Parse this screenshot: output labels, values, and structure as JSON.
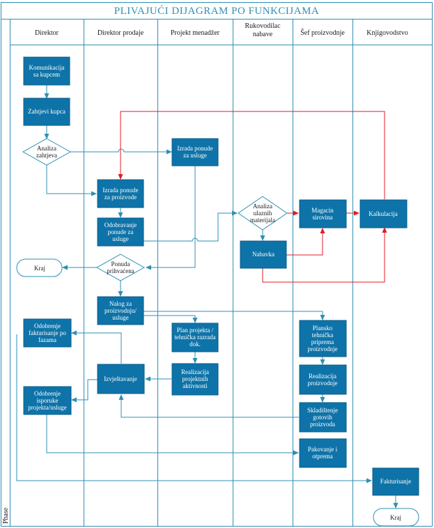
{
  "title": "PLIVAJUĆI DIJAGRAM PO FUNKCIJAMA",
  "phase_label": "Phase",
  "colors": {
    "frame": "#2e8fb3",
    "box_fill": "#0e73a8",
    "box_border": "#0a5e8a",
    "box_text": "#ffffff",
    "flow": "#2e8fb3",
    "feedback": "#e01b24",
    "label_text": "#1a1a1a",
    "title_text": "#2e8fb3",
    "background": "#ffffff"
  },
  "lanes": [
    {
      "id": "direktor",
      "label": "Direktor"
    },
    {
      "id": "direktor-prodaje",
      "label": "Direktor prodaje"
    },
    {
      "id": "projekt-menadzer",
      "label": "Projekt menadžer"
    },
    {
      "id": "rukovodilac-nabave",
      "label": "Rukovodilac nabave"
    },
    {
      "id": "sef-proizvodnje",
      "label": "Šef proizvodnje"
    },
    {
      "id": "knjigovodstvo",
      "label": "Knjigovodstvo"
    }
  ],
  "nodes": {
    "komunikacija": "Komunikacija sa kupcem",
    "zahtjevi": "Zahtjevi kupca",
    "analiza_zahtjeva": "Analiza zahtjeva",
    "ponuda_usluge": "Izrada ponude za usluge",
    "ponuda_proizvode": "Izrada ponude za proizvode",
    "odobravanje_ponude": "Odobravanje ponude za usluge",
    "kraj_1": "Kraj",
    "ponuda_prihvacena": "Ponuda prihvaćena",
    "analiza_materijala": "Analiza ulaznih materijala",
    "magacin": "Magacin sirovina",
    "kalkulacija": "Kalkulacija",
    "nabavka": "Nabavka",
    "nalog": "Nalog za proizvodnju/ usluge",
    "odobrenje_fakturisanje": "Odobrenje fakturisanje po fazama",
    "plan_projekta": "Plan projekta / tehnička razrada dok.",
    "plansko_tehnicka": "Plansko tehnička priprema proizvodnje",
    "izvjestavanje": "Izvještavanje",
    "realizacija_projektnih": "Realizacija projektnih aktivnosti",
    "realizacija_proizvodnje": "Realizacija proizvodnje",
    "odobrenje_isporuke": "Odobrenje isporuke projekta/usluge",
    "skladistenje": "Skladištenje gotovih proizvoda",
    "pakovanje": "Pakovanje i otprema",
    "fakturisanje": "Fakturisanje",
    "kraj_2": "Kraj"
  }
}
